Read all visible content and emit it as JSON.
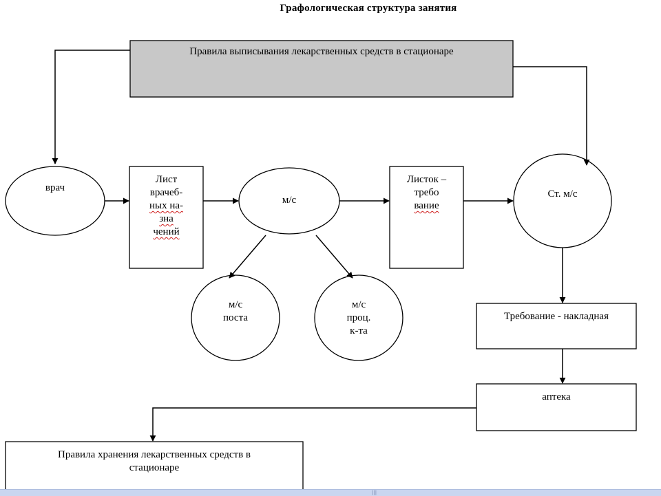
{
  "title": "Графологическая структура занятия",
  "nodes": {
    "rules_prescribing": "Правила выписывания лекарственных средств в стационаре",
    "doctor": "врач",
    "sheet": [
      "Лист",
      "врачеб-",
      "ных на-",
      "зна",
      "чений"
    ],
    "nurse": "м/с",
    "slip": [
      "Листок –",
      "требо",
      "вание"
    ],
    "head_nurse": "Ст. м/с",
    "post_nurse": [
      "м/с",
      "поста"
    ],
    "proc_nurse": [
      "м/с",
      "проц.",
      "к-та"
    ],
    "requisition": "Требование - накладная",
    "pharmacy": "аптека",
    "rules_storage": [
      "Правила хранения лекарственных средств в",
      "стационаре"
    ]
  },
  "colors": {
    "header_fill": "#c8c8c8",
    "stroke": "#000000",
    "spellcheck": "#d02020",
    "taskbar": "#c9d6f0"
  },
  "taskbar": {
    "grip": "|||"
  }
}
